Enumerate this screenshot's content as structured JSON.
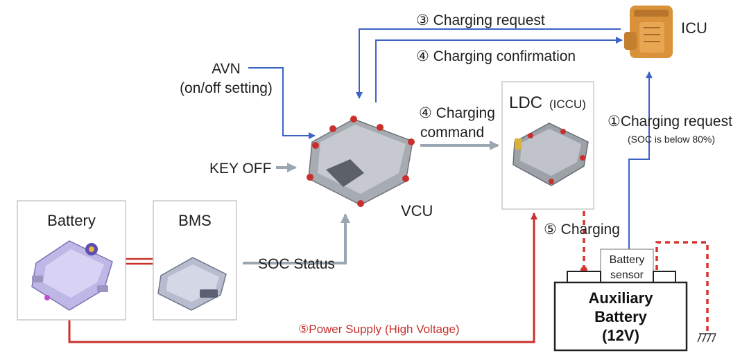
{
  "labels": {
    "step3_request": "③ Charging request",
    "step4_confirmation": "④ Charging confirmation",
    "icu": "ICU",
    "avn_line1": "AVN",
    "avn_line2": "(on/off setting)",
    "key_off": "KEY OFF",
    "vcu": "VCU",
    "step4_command_line1": "④ Charging",
    "step4_command_line2": "command",
    "ldc": "LDC",
    "ldc_sub": "(ICCU)",
    "step1_request": "①Charging request",
    "step1_note": "(SOC is below 80%)",
    "battery": "Battery",
    "bms": "BMS",
    "soc_status": "SOC Status",
    "step5_charging": "⑤ Charging",
    "battery_sensor_line1": "Battery",
    "battery_sensor_line2": "sensor",
    "aux_line1": "Auxiliary",
    "aux_line2": "Battery",
    "aux_line3": "(12V)",
    "step5_power_supply": "⑤Power Supply (High Voltage)"
  },
  "colors": {
    "signal_blue": "#3a63c4",
    "feed_gray": "#9aa6b2",
    "power_red": "#c9302c",
    "charge_red": "#d8332e",
    "text_dark": "#1f1f1f"
  }
}
